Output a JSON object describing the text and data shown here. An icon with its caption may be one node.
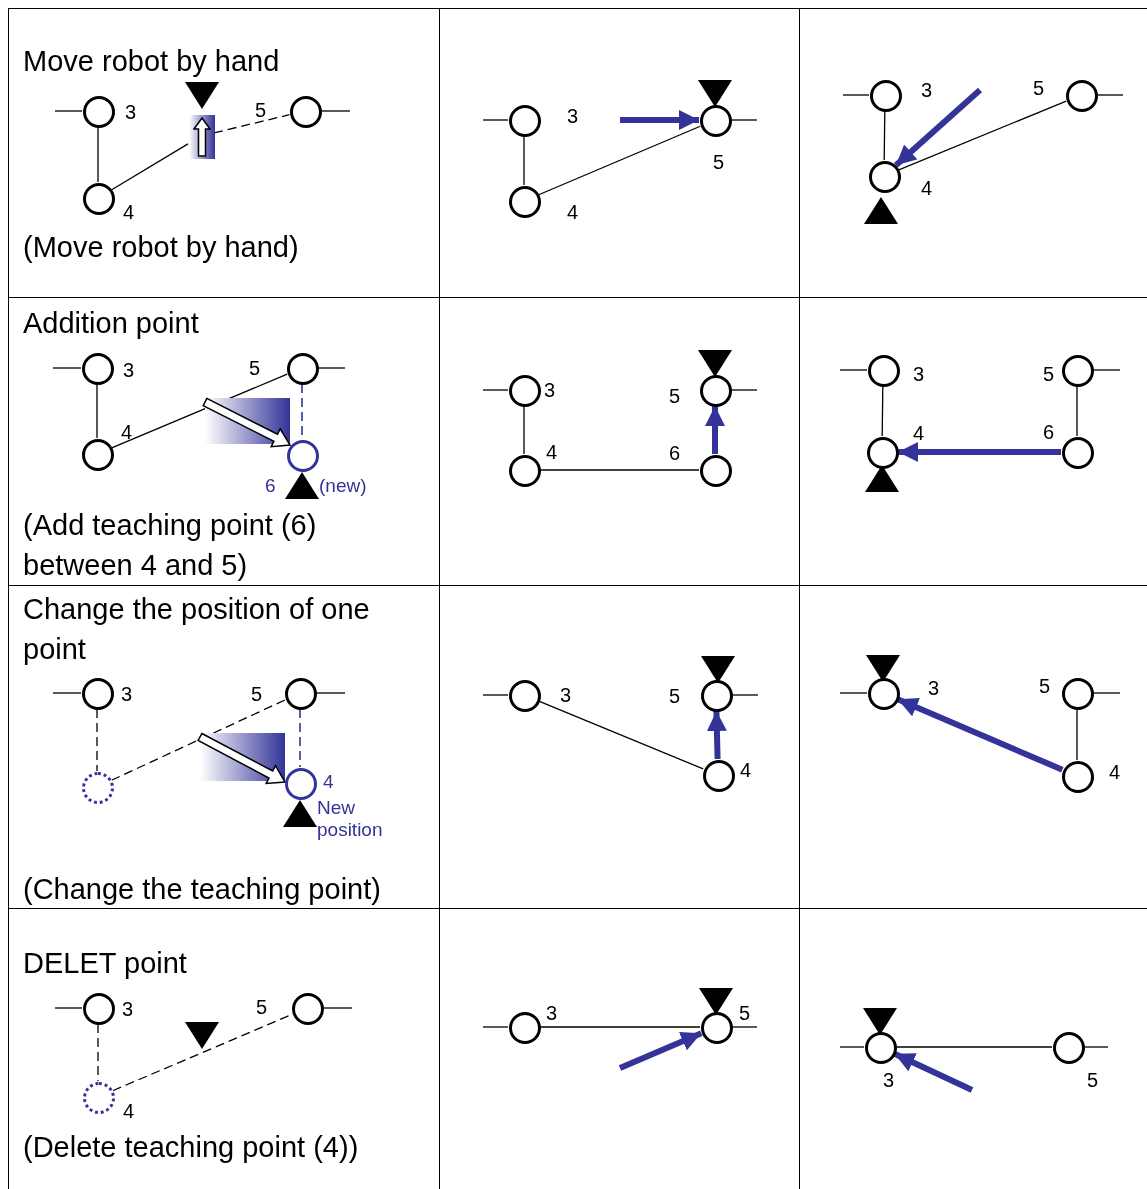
{
  "diagram": {
    "nodes": [
      {
        "text": [
          "Move robot by hand",
          "(Move robot by hand)"
        ]
      },
      {
        "text": [],
        "shape": "circle",
        "in": 0,
        "beside": [
          "3"
        ]
      },
      {
        "text": [],
        "shape": "circle",
        "in": 0,
        "beside": [
          "4"
        ]
      },
      {
        "text": [],
        "shape": "box",
        "in": 0
      },
      {
        "text": [],
        "shape": "circle",
        "in": 0,
        "beside": [
          "5"
        ]
      },
      {
        "text": [],
        "shape": "box"
      },
      {
        "text": [],
        "shape": "circle",
        "in": 5,
        "beside": [
          "3"
        ]
      },
      {
        "text": [],
        "shape": "circle",
        "in": 5,
        "beside": [
          "4"
        ]
      },
      {
        "text": [],
        "shape": "circle",
        "in": 5,
        "beside": [
          "5"
        ]
      },
      {
        "text": [],
        "shape": "box"
      },
      {
        "text": [],
        "shape": "circle",
        "in": 9,
        "beside": [
          "3"
        ]
      },
      {
        "text": [],
        "shape": "circle",
        "in": 9,
        "beside": [
          "4"
        ]
      },
      {
        "text": [],
        "shape": "circle",
        "in": 9,
        "beside": [
          "5"
        ]
      },
      {
        "text": [
          "Addition point",
          "(Add teaching point (6) between 4 and 5)"
        ]
      },
      {
        "text": [],
        "shape": "circle",
        "in": 13,
        "beside": [
          "3"
        ]
      },
      {
        "text": [],
        "shape": "circle",
        "in": 13,
        "beside": [
          "4"
        ]
      },
      {
        "text": [],
        "shape": "circle",
        "in": 13,
        "beside": [
          "5"
        ]
      },
      {
        "text": [],
        "shape": "circle",
        "in": 13,
        "beside": [
          "6",
          "(new)"
        ]
      },
      {
        "text": [],
        "shape": "box"
      },
      {
        "text": [],
        "shape": "circle",
        "in": 18,
        "beside": [
          "3"
        ]
      },
      {
        "text": [],
        "shape": "circle",
        "in": 18,
        "beside": [
          "4"
        ]
      },
      {
        "text": [],
        "shape": "circle",
        "in": 18,
        "beside": [
          "5"
        ]
      },
      {
        "text": [],
        "shape": "circle",
        "in": 18,
        "beside": [
          "6"
        ]
      },
      {
        "text": [],
        "shape": "box"
      },
      {
        "text": [],
        "shape": "circle",
        "in": 23,
        "beside": [
          "3"
        ]
      },
      {
        "text": [],
        "shape": "circle",
        "in": 23,
        "beside": [
          "4"
        ]
      },
      {
        "text": [],
        "shape": "circle",
        "in": 23,
        "beside": [
          "5"
        ]
      },
      {
        "text": [],
        "shape": "circle",
        "in": 23,
        "beside": [
          "6"
        ]
      },
      {
        "text": [
          "Change the position of one point",
          "(Change the teaching point)"
        ]
      },
      {
        "text": [],
        "shape": "circle",
        "in": 28,
        "beside": [
          "3"
        ]
      },
      {
        "text": [],
        "shape": "circle",
        "in": 28
      },
      {
        "text": [],
        "shape": "circle",
        "in": 28,
        "beside": [
          "5"
        ]
      },
      {
        "text": [],
        "shape": "circle",
        "in": 28,
        "beside": [
          "4",
          "New position"
        ]
      },
      {
        "text": [],
        "shape": "box"
      },
      {
        "text": [],
        "shape": "circle",
        "in": 33,
        "beside": [
          "3"
        ]
      },
      {
        "text": [],
        "shape": "circle",
        "in": 33,
        "beside": [
          "5"
        ]
      },
      {
        "text": [],
        "shape": "circle",
        "in": 33,
        "beside": [
          "4"
        ]
      },
      {
        "text": [],
        "shape": "box"
      },
      {
        "text": [],
        "shape": "circle",
        "in": 37,
        "beside": [
          "3"
        ]
      },
      {
        "text": [],
        "shape": "circle",
        "in": 37,
        "beside": [
          "5"
        ]
      },
      {
        "text": [],
        "shape": "circle",
        "in": 37,
        "beside": [
          "4"
        ]
      },
      {
        "text": [
          "DELET point",
          "(Delete teaching point (4))"
        ]
      },
      {
        "text": [],
        "shape": "circle",
        "in": 41,
        "beside": [
          "3"
        ]
      },
      {
        "text": [],
        "shape": "circle",
        "in": 41,
        "beside": [
          "4"
        ]
      },
      {
        "text": [],
        "shape": "circle",
        "in": 41,
        "beside": [
          "5"
        ]
      },
      {
        "text": [],
        "shape": "box"
      },
      {
        "text": [],
        "shape": "circle",
        "in": 45,
        "beside": [
          "3"
        ]
      },
      {
        "text": [],
        "shape": "circle",
        "in": 45,
        "beside": [
          "5"
        ]
      },
      {
        "text": [],
        "shape": "box"
      },
      {
        "text": [],
        "shape": "circle",
        "in": 48,
        "beside": [
          "3"
        ]
      },
      {
        "text": [],
        "shape": "circle",
        "in": 48,
        "beside": [
          "5"
        ]
      }
    ],
    "edges": [
      {
        "from": null,
        "to": 1,
        "arrow": "none"
      },
      {
        "from": 1,
        "to": 2,
        "arrow": "none"
      },
      {
        "from": 2,
        "to": 3,
        "arrow": "none"
      },
      {
        "from": 3,
        "to": 4,
        "arrow": "none",
        "style": "dashed"
      },
      {
        "from": null,
        "to": 4,
        "arrow": "none"
      },
      {
        "from": null,
        "to": 6,
        "arrow": "none"
      },
      {
        "from": 6,
        "to": 7,
        "arrow": "none"
      },
      {
        "from": 7,
        "to": 8,
        "arrow": "none"
      },
      {
        "from": null,
        "to": 8,
        "arrow": "none"
      },
      {
        "from": null,
        "to": 8,
        "arrow": "to",
        "style": "thick",
        "color": "#333399"
      },
      {
        "from": null,
        "to": 10,
        "arrow": "none"
      },
      {
        "from": 10,
        "to": 11,
        "arrow": "none"
      },
      {
        "from": 11,
        "to": 12,
        "arrow": "none"
      },
      {
        "from": null,
        "to": 12,
        "arrow": "none"
      },
      {
        "from": null,
        "to": 11,
        "arrow": "to",
        "style": "thick",
        "color": "#333399"
      },
      {
        "from": null,
        "to": 14,
        "arrow": "none"
      },
      {
        "from": 14,
        "to": 15,
        "arrow": "none"
      },
      {
        "from": 15,
        "to": 16,
        "arrow": "none"
      },
      {
        "from": null,
        "to": 16,
        "arrow": "none"
      },
      {
        "from": 16,
        "to": 17,
        "arrow": "none",
        "style": "dashed",
        "color": "#333399"
      },
      {
        "from": null,
        "to": 19,
        "arrow": "none"
      },
      {
        "from": 19,
        "to": 20,
        "arrow": "none"
      },
      {
        "from": 20,
        "to": 22,
        "arrow": "none"
      },
      {
        "from": null,
        "to": 21,
        "arrow": "none"
      },
      {
        "from": 22,
        "to": 21,
        "arrow": "to",
        "style": "thick",
        "color": "#333399"
      },
      {
        "from": null,
        "to": 24,
        "arrow": "none"
      },
      {
        "from": 24,
        "to": 25,
        "arrow": "none"
      },
      {
        "from": 26,
        "to": 27,
        "arrow": "none"
      },
      {
        "from": null,
        "to": 26,
        "arrow": "none"
      },
      {
        "from": 27,
        "to": 25,
        "arrow": "to",
        "style": "thick",
        "color": "#333399"
      },
      {
        "from": null,
        "to": 29,
        "arrow": "none"
      },
      {
        "from": 29,
        "to": 30,
        "arrow": "none",
        "style": "dashed"
      },
      {
        "from": 30,
        "to": 31,
        "arrow": "none",
        "style": "dashed"
      },
      {
        "from": null,
        "to": 31,
        "arrow": "none"
      },
      {
        "from": 31,
        "to": 32,
        "arrow": "none",
        "style": "dashed",
        "color": "#333399"
      },
      {
        "from": null,
        "to": 34,
        "arrow": "none"
      },
      {
        "from": 34,
        "to": 36,
        "arrow": "none"
      },
      {
        "from": null,
        "to": 35,
        "arrow": "none"
      },
      {
        "from": 36,
        "to": 35,
        "arrow": "to",
        "style": "thick",
        "color": "#333399"
      },
      {
        "from": null,
        "to": 38,
        "arrow": "none"
      },
      {
        "from": 39,
        "to": 40,
        "arrow": "none"
      },
      {
        "from": null,
        "to": 39,
        "arrow": "none"
      },
      {
        "from": 40,
        "to": 38,
        "arrow": "to",
        "style": "thick",
        "color": "#333399"
      },
      {
        "from": null,
        "to": 42,
        "arrow": "none"
      },
      {
        "from": 42,
        "to": 43,
        "arrow": "none",
        "style": "dashed"
      },
      {
        "from": 43,
        "to": 44,
        "arrow": "none",
        "style": "dashed"
      },
      {
        "from": null,
        "to": 44,
        "arrow": "none"
      },
      {
        "from": null,
        "to": 46,
        "arrow": "none"
      },
      {
        "from": 46,
        "to": 47,
        "arrow": "none"
      },
      {
        "from": null,
        "to": 47,
        "arrow": "none"
      },
      {
        "from": null,
        "to": 47,
        "arrow": "to",
        "style": "thick",
        "color": "#333399"
      },
      {
        "from": null,
        "to": 49,
        "arrow": "none"
      },
      {
        "from": 49,
        "to": 50,
        "arrow": "none"
      },
      {
        "from": null,
        "to": 50,
        "arrow": "none"
      },
      {
        "from": null,
        "to": 49,
        "arrow": "to",
        "style": "thick",
        "color": "#333399"
      }
    ]
  }
}
